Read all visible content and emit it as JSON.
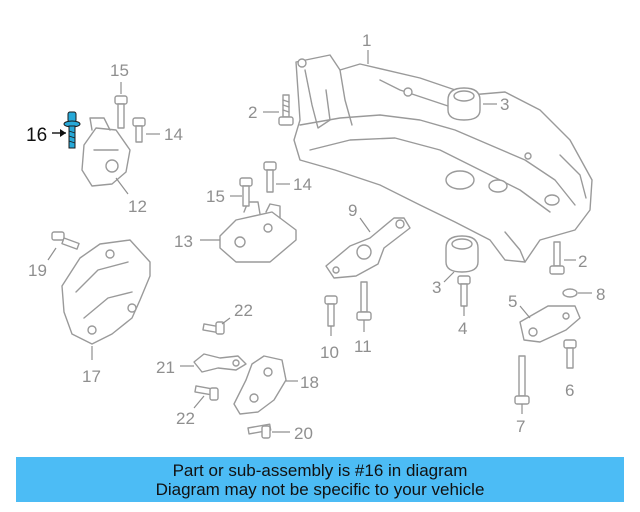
{
  "diagram": {
    "highlight_color": "#27a9d8",
    "callouts": {
      "c1": "1",
      "c2a": "2",
      "c2b": "2",
      "c3a": "3",
      "c3b": "3",
      "c4": "4",
      "c5": "5",
      "c6": "6",
      "c7": "7",
      "c8": "8",
      "c9": "9",
      "c10": "10",
      "c11": "11",
      "c12": "12",
      "c13": "13",
      "c14a": "14",
      "c14b": "14",
      "c15a": "15",
      "c15b": "15",
      "c16": "16",
      "c17": "17",
      "c18": "18",
      "c19": "19",
      "c20": "20",
      "c21": "21",
      "c22a": "22",
      "c22b": "22"
    }
  },
  "banner": {
    "line1": "Part or sub-assembly is #16 in diagram",
    "line2": "Diagram may not be specific to your vehicle",
    "background": "#4cbcf5"
  }
}
